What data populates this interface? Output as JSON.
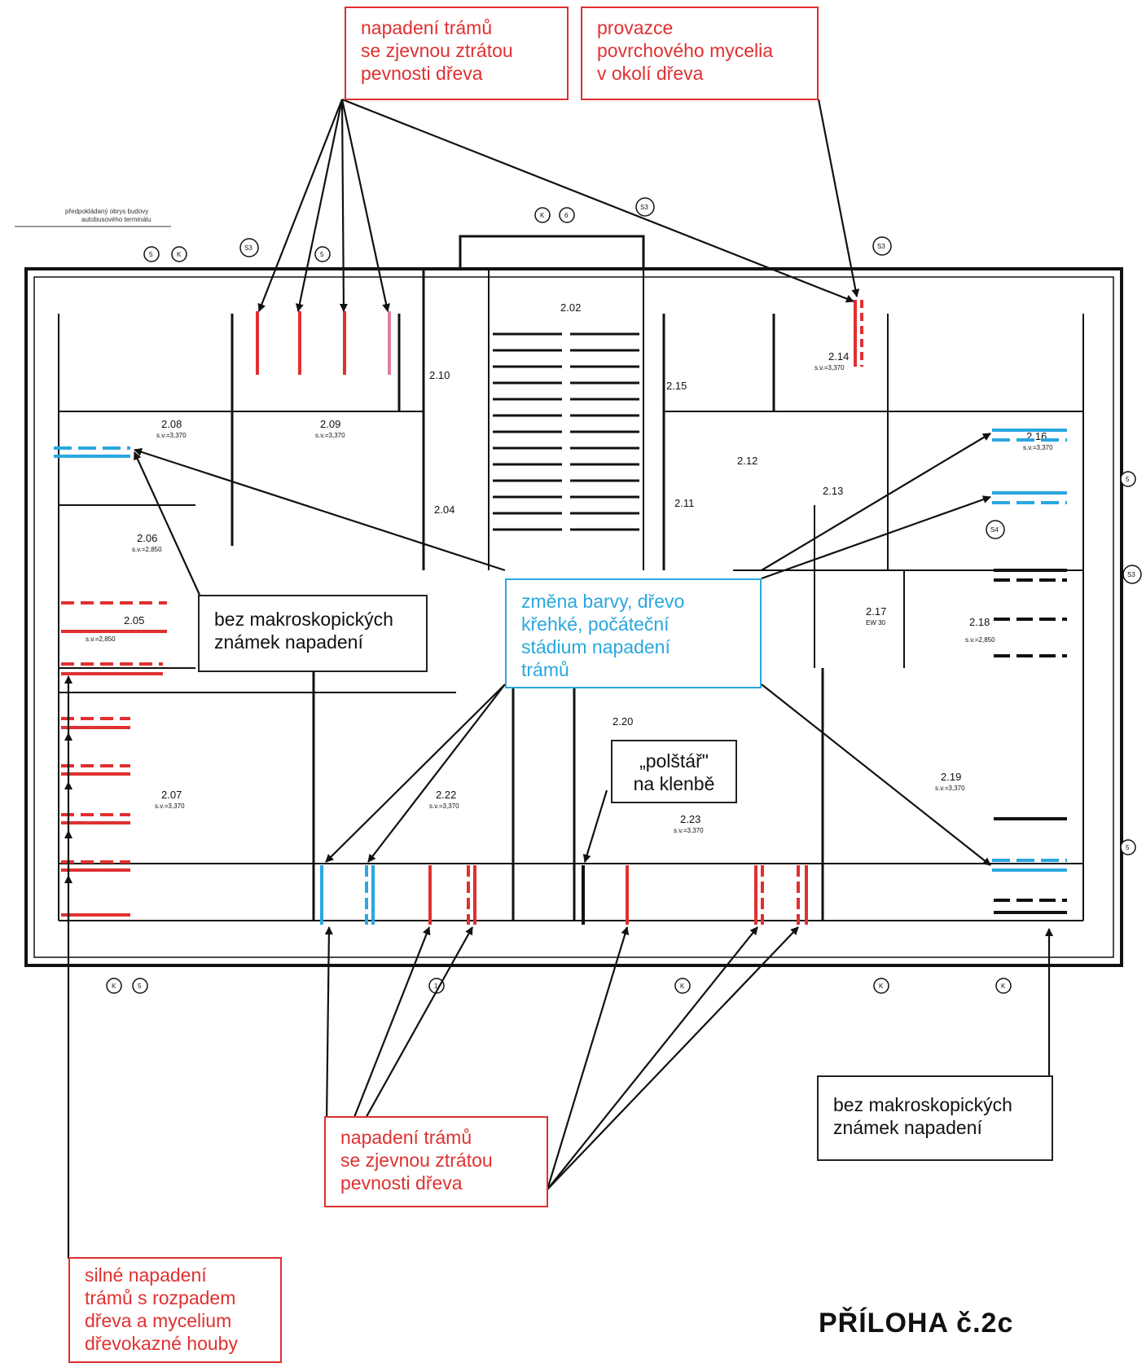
{
  "page_title": "PŘÍLOHA č.2c",
  "callouts": {
    "top_left_red": [
      "napadení trámů",
      "se zjevnou ztrátou",
      "pevnosti dřeva"
    ],
    "top_right_red": [
      "provazce",
      "povrchového mycelia",
      "v okolí dřeva"
    ],
    "mid_left_black": [
      "bez makroskopických",
      "známek napadení"
    ],
    "mid_blue": [
      "změna barvy, dřevo",
      "křehké, počáteční",
      "stádium napadení",
      "trámů"
    ],
    "pillow_black": [
      "„polštář\"",
      "na klenbě"
    ],
    "bottom_red": [
      "napadení trámů",
      "se zjevnou ztrátou",
      "pevnosti dřeva"
    ],
    "bottom_right_black": [
      "bez makroskopických",
      "známek napadení"
    ],
    "bottom_left_red": [
      "silné napadení",
      "trámů s rozpadem",
      "dřeva a mycelium",
      "dřevokazné houby"
    ]
  },
  "plan_header": [
    "předpokládaný obrys budovy",
    "autobusového terminálu"
  ],
  "rooms": [
    {
      "id": "2.08",
      "area": "s.v.=3,370"
    },
    {
      "id": "2.09",
      "area": "s.v.=3,370"
    },
    {
      "id": "2.10"
    },
    {
      "id": "2.02"
    },
    {
      "id": "2.04"
    },
    {
      "id": "2.06",
      "area": "s.v.=2,850"
    },
    {
      "id": "2.05",
      "area": "s.v.=2,850"
    },
    {
      "id": "2.07",
      "area": "s.v.=3,370"
    },
    {
      "id": "2.22",
      "area": "s.v.=3,370"
    },
    {
      "id": "2.20"
    },
    {
      "id": "2.23",
      "area": "s.v.=3,370"
    },
    {
      "id": "2.15"
    },
    {
      "id": "2.14",
      "area": "s.v.=3,370"
    },
    {
      "id": "2.12"
    },
    {
      "id": "2.13"
    },
    {
      "id": "2.11"
    },
    {
      "id": "2.16",
      "area": "s.v.=3,370"
    },
    {
      "id": "2.17",
      "area": "EW 30"
    },
    {
      "id": "2.18",
      "area": "s.v.=2,850"
    },
    {
      "id": "2.19",
      "area": "s.v.=3,370"
    }
  ],
  "markers": [
    "5",
    "K",
    "S3",
    "S4",
    "6",
    "1"
  ],
  "colors": {
    "red": "#e03030",
    "blue": "#2aa7e0",
    "black": "#111111"
  }
}
